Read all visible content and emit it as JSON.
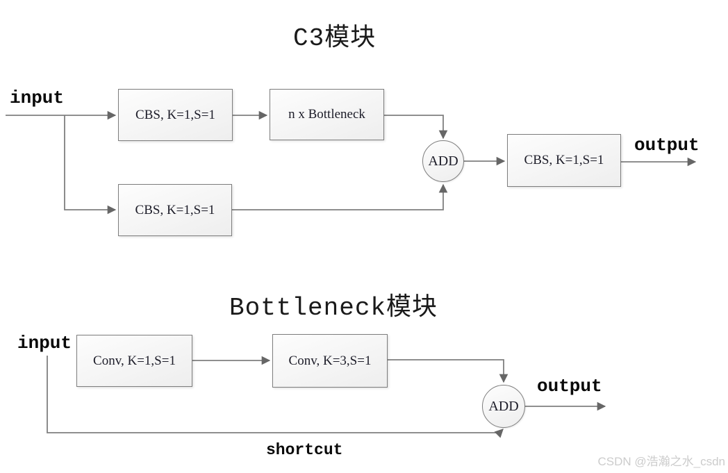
{
  "c3": {
    "title": "C3模块",
    "input_label": "input",
    "output_label": "output",
    "add_label": "ADD",
    "boxes": {
      "cbs_top": "CBS, K=1,S=1",
      "bottleneck": "n x Bottleneck",
      "cbs_bottom": "CBS, K=1,S=1",
      "cbs_out": "CBS, K=1,S=1"
    }
  },
  "bn": {
    "title": "Bottleneck模块",
    "input_label": "input",
    "output_label": "output",
    "shortcut_label": "shortcut",
    "add_label": "ADD",
    "boxes": {
      "conv1": "Conv, K=1,S=1",
      "conv2": "Conv, K=3,S=1"
    }
  },
  "watermark": {
    "text": "CSDN @浩瀚之水_csdn"
  },
  "colors": {
    "line": "#7f7f7f",
    "arrow": "#666666",
    "box_border": "#7d7d7d",
    "box_fill_light": "#fdfdfd",
    "box_fill_dark": "#eeeeee",
    "box_text": "#1c1c28",
    "label_text": "#0a0a0a",
    "watermark_text": "#cccccc"
  }
}
